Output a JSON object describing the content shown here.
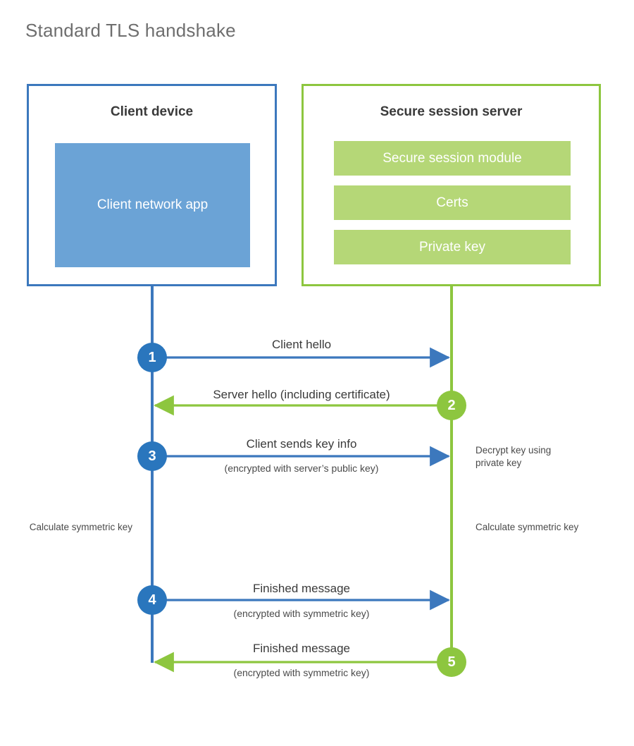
{
  "page": {
    "title": "Standard TLS handshake",
    "background": "#ffffff"
  },
  "colors": {
    "client_blue": "#3c78bd",
    "client_app_fill": "#6ba3d6",
    "client_circle": "#2a76bd",
    "server_green": "#8dc63f",
    "server_bar_fill": "#b5d777",
    "text_dark": "#3a3a3a",
    "title_gray": "#6e6e6e"
  },
  "actors": {
    "client": {
      "title": "Client device",
      "app_label": "Client network app"
    },
    "server": {
      "title": "Secure session server",
      "components": [
        "Secure session module",
        "Certs",
        "Private key"
      ]
    }
  },
  "messages": [
    {
      "step": "1",
      "label": "Client hello",
      "sublabel": "",
      "direction": "client-to-server",
      "color": "#3c78bd"
    },
    {
      "step": "2",
      "label": "Server hello (including certificate)",
      "sublabel": "",
      "direction": "server-to-client",
      "color": "#8dc63f"
    },
    {
      "step": "3",
      "label": "Client sends key info",
      "sublabel": "(encrypted with server’s public key)",
      "direction": "client-to-server",
      "color": "#3c78bd"
    },
    {
      "step": "4",
      "label": "Finished message",
      "sublabel": "(encrypted with symmetric key)",
      "direction": "client-to-server",
      "color": "#3c78bd"
    },
    {
      "step": "5",
      "label": "Finished message",
      "sublabel": "(encrypted with symmetric key)",
      "direction": "server-to-client",
      "color": "#8dc63f"
    }
  ],
  "notes": {
    "decrypt_key": "Decrypt key using private key",
    "client_calculate": "Calculate symmetric key",
    "server_calculate": "Calculate symmetric key"
  }
}
